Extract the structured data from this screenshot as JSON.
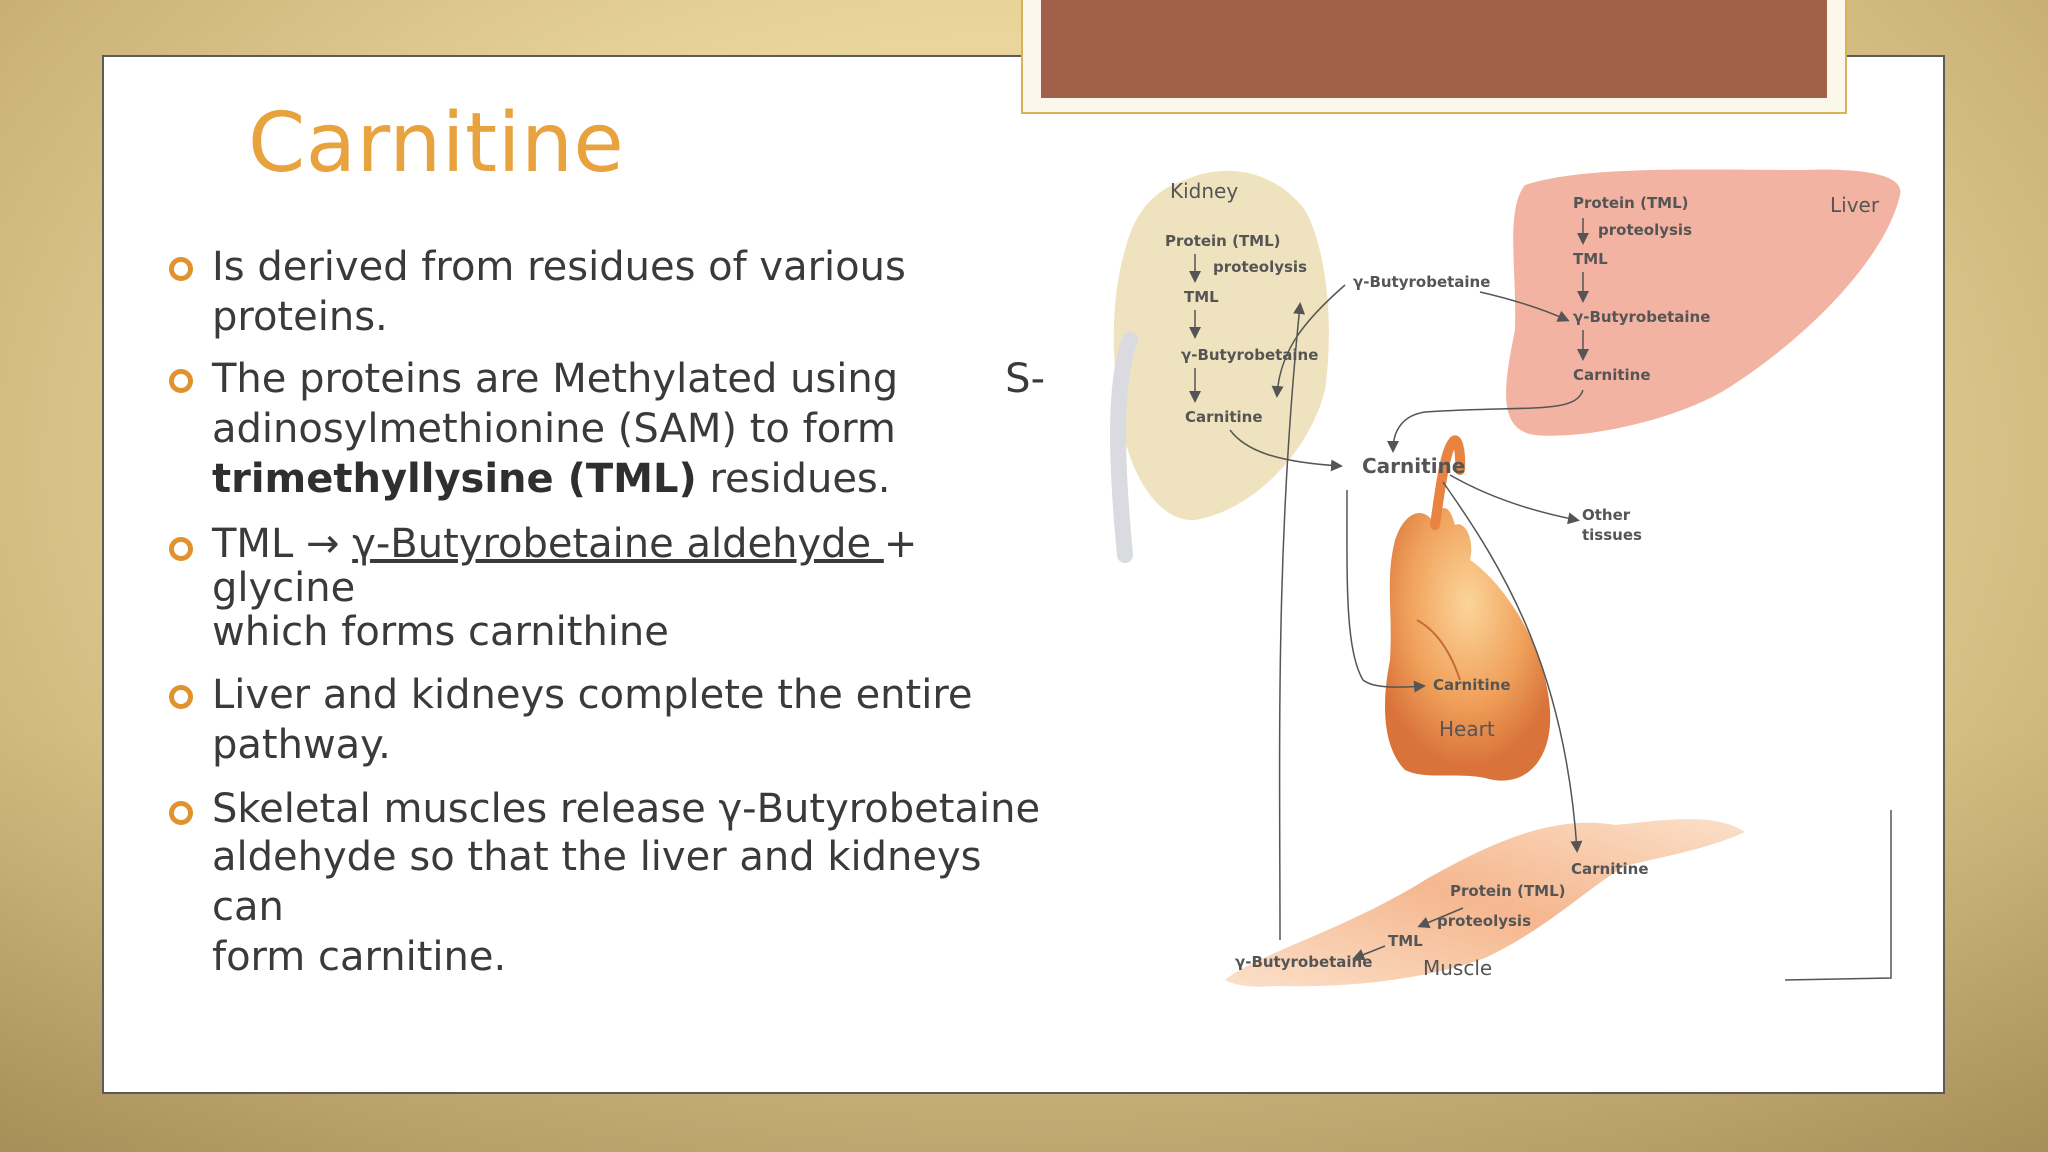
{
  "slide": {
    "title": "Carnitine",
    "bullets": [
      {
        "line1_left": "Is derived from residues of various proteins.",
        "line1_right": ""
      },
      {
        "line1_left": "The proteins are Methylated using",
        "line1_right": "S-",
        "line2": "adinosylmethionine (SAM) to form",
        "line3_bold": "trimethyllysine (TML)",
        "line3_rest": " residues."
      },
      {
        "pre": "TML → ",
        "underlined": "γ-Butyrobetaine aldehyde ",
        "post": "+ glycine",
        "line2": "which forms carnithine"
      },
      {
        "line1": "Liver and kidneys complete the entire",
        "line2": "pathway."
      },
      {
        "line1": "Skeletal muscles release γ-Butyrobetaine",
        "line2": "aldehyde so that the liver and kidneys can",
        "line3": "form carnitine."
      }
    ]
  },
  "diagram": {
    "kidney": {
      "organ": "Kidney",
      "protein": "Protein (TML)",
      "proteolysis": "proteolysis",
      "tml": "TML",
      "butyro": "γ-Butyrobetaine",
      "carnitine": "Carnitine"
    },
    "liver": {
      "organ": "Liver",
      "protein": "Protein (TML)",
      "proteolysis": "proteolysis",
      "tml": "TML",
      "butyro": "γ-Butyrobetaine",
      "carnitine": "Carnitine"
    },
    "center": {
      "butyro": "γ-Butyrobetaine",
      "carnitine": "Carnitine",
      "other1": "Other",
      "other2": "tissues"
    },
    "heart": {
      "organ": "Heart",
      "carnitine": "Carnitine"
    },
    "muscle": {
      "organ": "Muscle",
      "carnitine": "Carnitine",
      "protein": "Protein (TML)",
      "proteolysis": "proteolysis",
      "tml": "TML",
      "butyro": "γ-Butyrobetaine"
    }
  }
}
